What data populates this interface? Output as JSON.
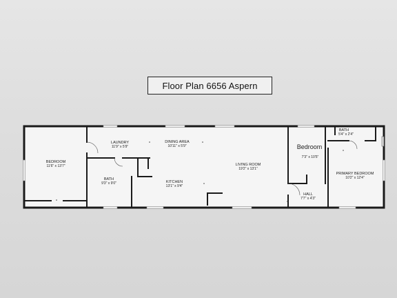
{
  "title": "Floor Plan 6656 Aspern",
  "rooms": [
    {
      "id": "bedroom",
      "name": "BEDROOM",
      "dims": "11'6\" x 13'7\""
    },
    {
      "id": "laundry",
      "name": "LAUNDRY",
      "dims": "11'9\" x 5'9\""
    },
    {
      "id": "dining",
      "name": "DINING AREA",
      "dims": "10'11\" x 5'9\""
    },
    {
      "id": "bath1",
      "name": "BATH",
      "dims": "9'3\" x 9'0\""
    },
    {
      "id": "kitchen",
      "name": "KITCHEN",
      "dims": "13'1\" x 9'4\""
    },
    {
      "id": "living",
      "name": "LIVING ROOM",
      "dims": "19'2\" x 13'1\""
    },
    {
      "id": "bedroom2",
      "name": "Bedroom",
      "dims": "7'3\" x 10'5\""
    },
    {
      "id": "bath2",
      "name": "BATH",
      "dims": "5'4\" x 2'4\""
    },
    {
      "id": "primary",
      "name": "PRIMARY BEDROOM",
      "dims": "10'2\" x 12'4\""
    },
    {
      "id": "hall",
      "name": "HALL",
      "dims": "7'7\" x 4'3\""
    }
  ],
  "colors": {
    "wall": "#1a1a1a",
    "window": "#f4f4f4",
    "floor": "#f7f7f7"
  }
}
